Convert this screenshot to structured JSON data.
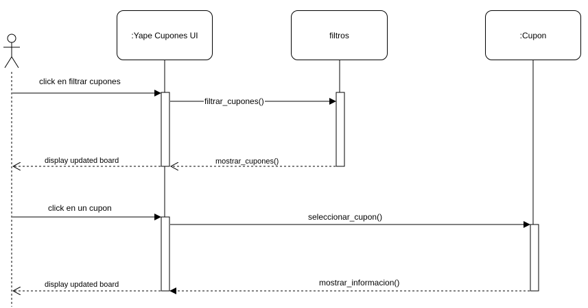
{
  "participants": {
    "ui": ":Yape Cupones UI",
    "filtros": "filtros",
    "cupon": ":Cupon"
  },
  "messages": {
    "m1": "click en filtrar cupones",
    "m2": "filtrar_cupones()",
    "m3": "mostrar_cupones()",
    "m4": "display updated board",
    "m5": "click en un cupon",
    "m6": "seleccionar_cupon()",
    "m7": "mostrar_informacion()",
    "m8": "display updated board"
  },
  "colors": {
    "line": "#000000",
    "background": "#ffffff"
  }
}
